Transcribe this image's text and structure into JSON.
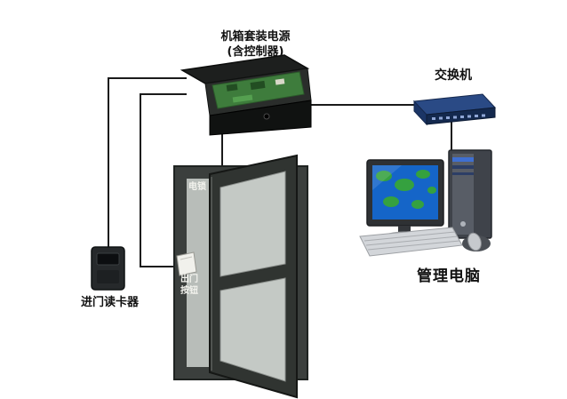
{
  "diagram": {
    "type": "access-control-system-wiring-diagram",
    "labels": {
      "control_box_line1": "机箱套装电源",
      "control_box_line2": "(含控制器)",
      "switch": "交换机",
      "computer": "管理电脑",
      "card_reader": "进门读卡器",
      "lock": "电锁",
      "exit_button_line1": "出门",
      "exit_button_line2": "按钮"
    },
    "components": [
      {
        "name": "control-box",
        "label": "机箱套装电源 (含控制器)"
      },
      {
        "name": "network-switch",
        "label": "交换机"
      },
      {
        "name": "management-computer",
        "label": "管理电脑"
      },
      {
        "name": "entry-card-reader",
        "label": "进门读卡器"
      },
      {
        "name": "electric-lock",
        "label": "电锁"
      },
      {
        "name": "exit-button",
        "label": "出门按钮"
      },
      {
        "name": "door",
        "label": ""
      }
    ],
    "connections": [
      {
        "from": "entry-card-reader",
        "to": "control-box"
      },
      {
        "from": "exit-button",
        "to": "control-box"
      },
      {
        "from": "electric-lock",
        "to": "control-box"
      },
      {
        "from": "control-box",
        "to": "network-switch"
      },
      {
        "from": "network-switch",
        "to": "management-computer"
      }
    ],
    "colors": {
      "wire": "#1a1a1a",
      "chassis_black": "#1d1f1e",
      "pcb_green": "#3e7c3c",
      "switch_navy": "#2a4a85",
      "door_frame": "#3b3f3d",
      "door_leaf": "#303431",
      "glass": "#c4c9c5",
      "screen_blue": "#1565c8",
      "map_green": "#35a13f"
    }
  }
}
